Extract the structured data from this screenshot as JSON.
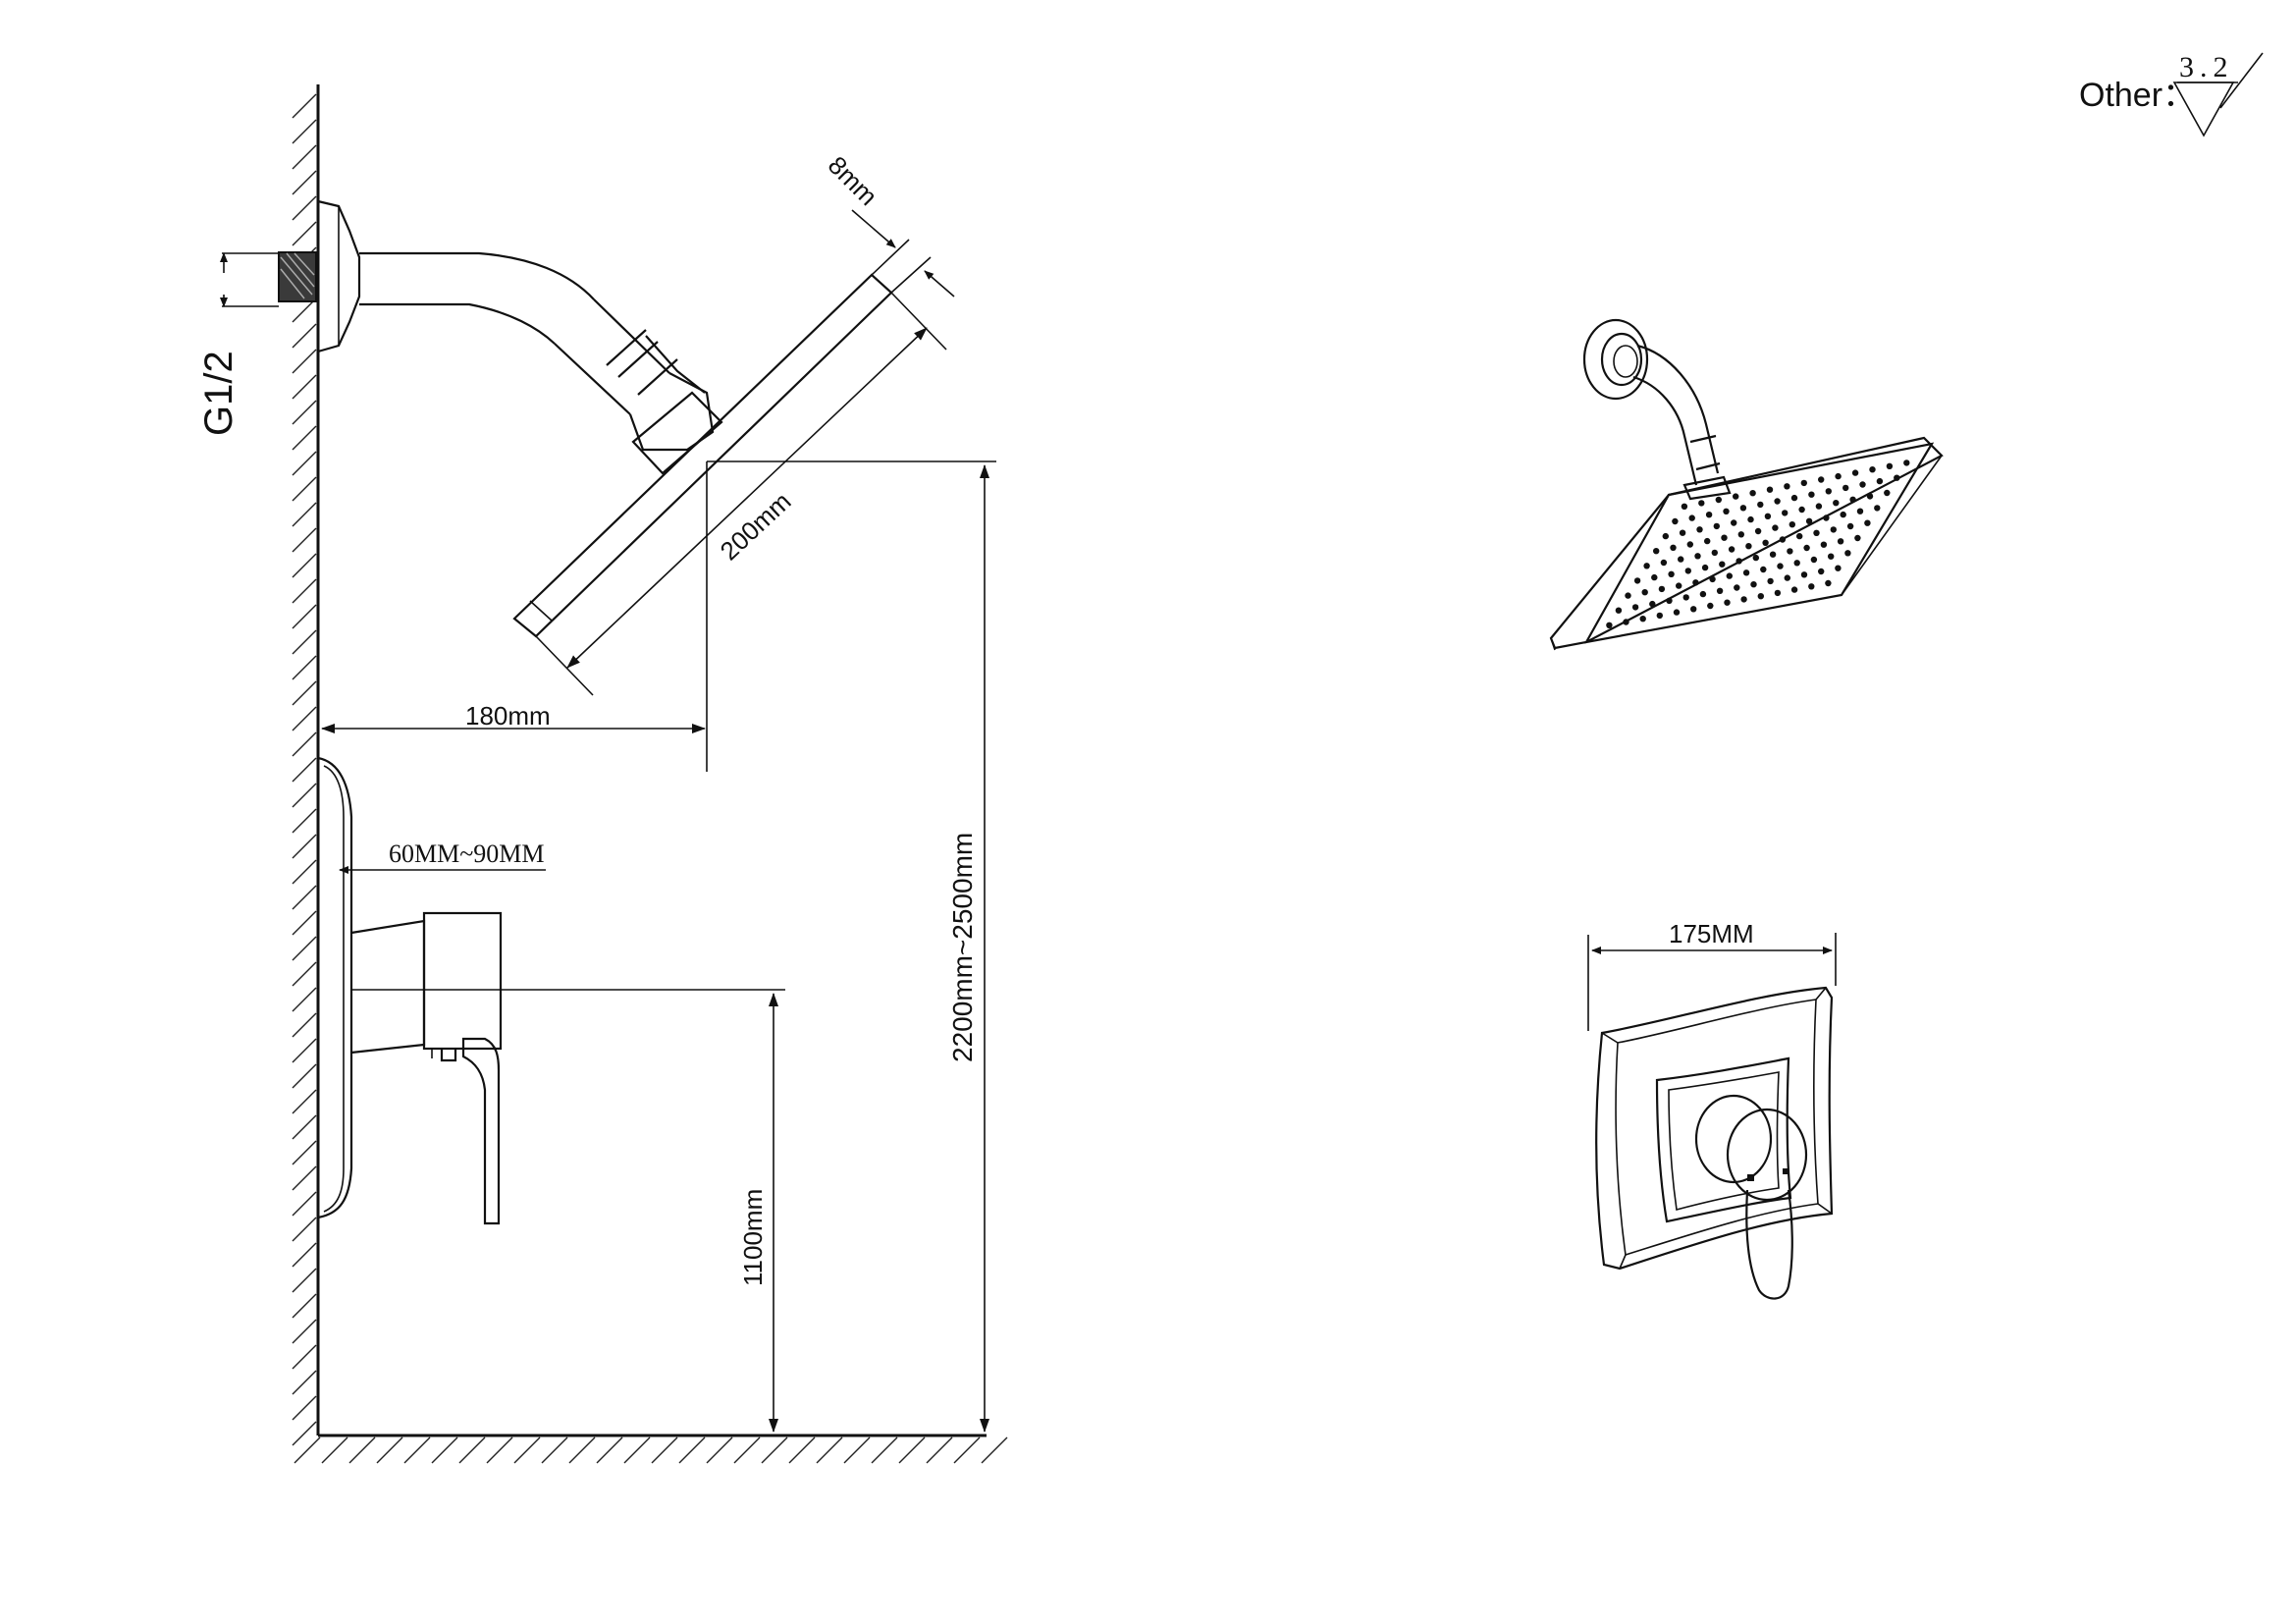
{
  "surface_finish": {
    "label": "Other：",
    "roughness": "3.2"
  },
  "side_view": {
    "thread_label": "G1/2",
    "panel_thickness_label": "8mm",
    "head_size_label": "200mm",
    "arm_reach_label": "180mm",
    "valve_depth_label": "60MM~90MM",
    "head_height_label": "2200mm~2500mm",
    "valve_height_label": "1100mm"
  },
  "front_view": {
    "trim_width_label": "175MM"
  }
}
